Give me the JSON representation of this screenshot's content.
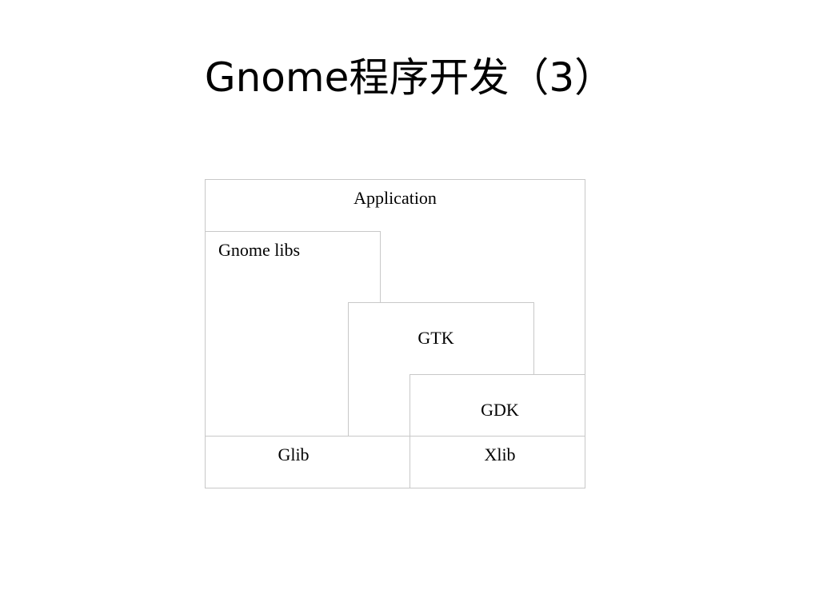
{
  "slide": {
    "title": "Gnome程序开发（3）"
  },
  "diagram": {
    "application_label": "Application",
    "gnome_libs_label": "Gnome libs",
    "gtk_label": "GTK",
    "gdk_label": "GDK",
    "glib_label": "Glib",
    "xlib_label": "Xlib"
  }
}
